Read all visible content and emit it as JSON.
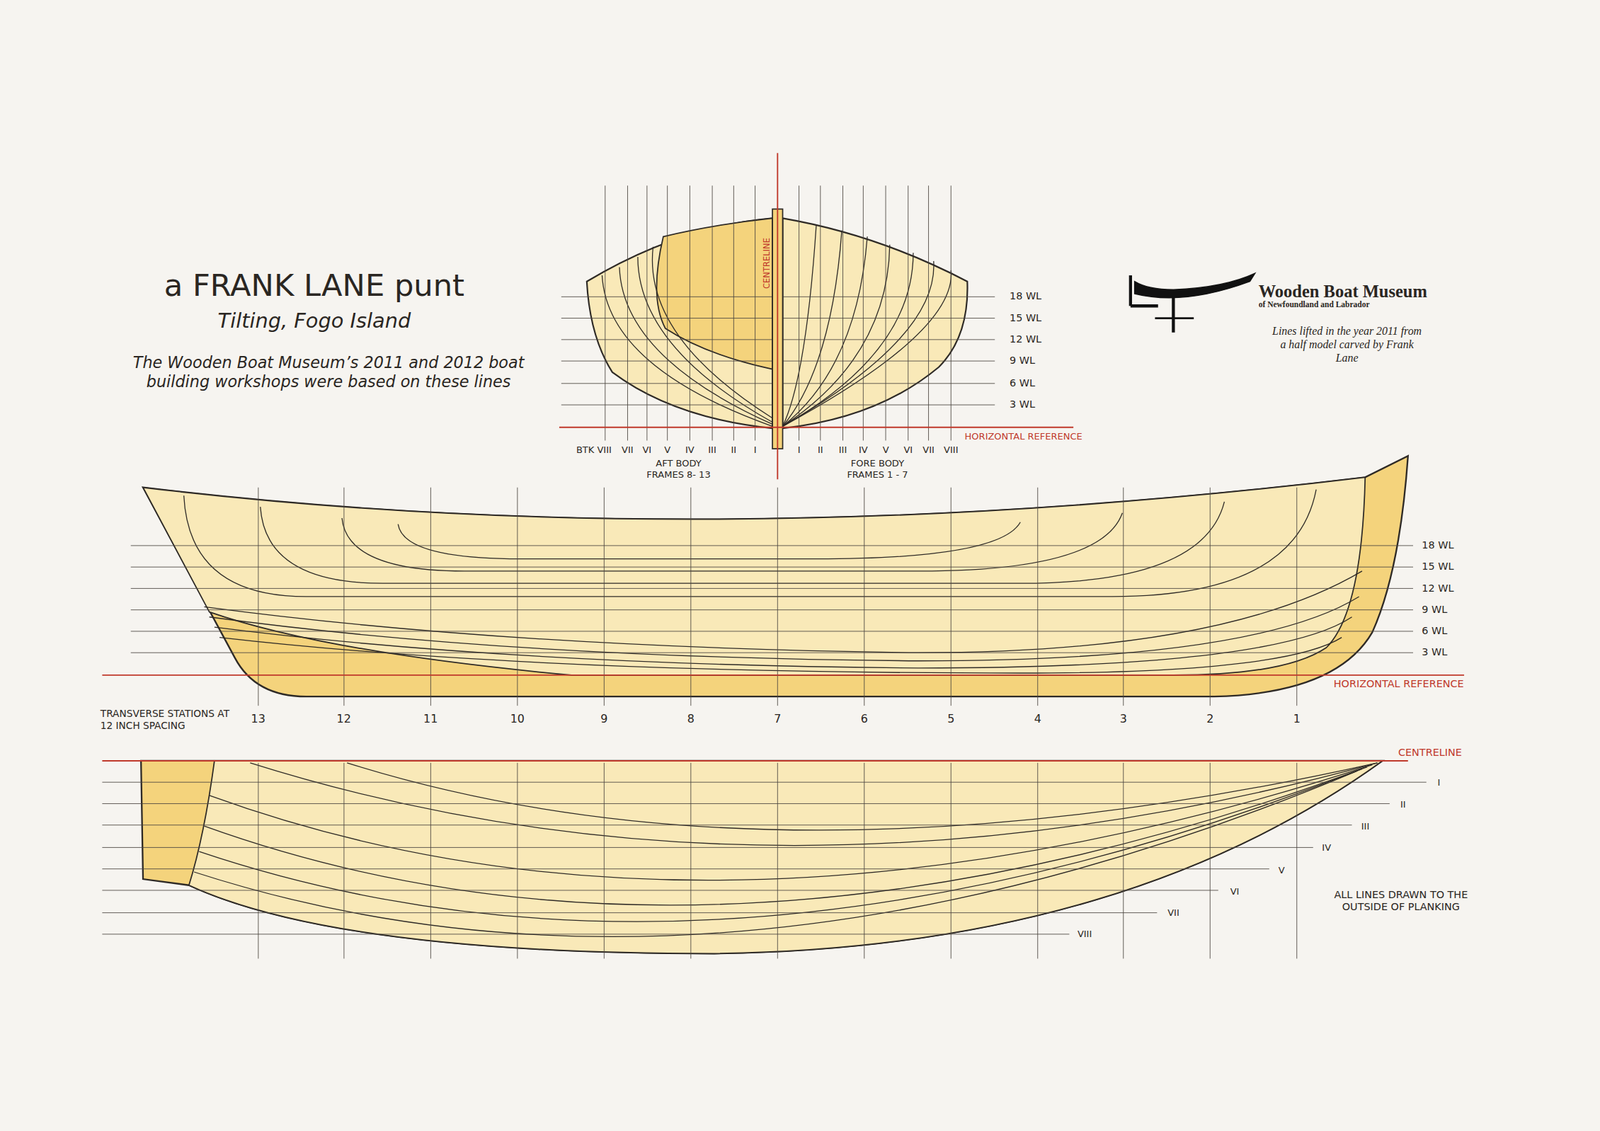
{
  "diagram": {
    "title": "a FRANK LANE punt",
    "labels": [
      "Tilting, Fogo Island",
      "The Wooden Boat Museum’s 2011 and 2012 boat building workshops were based on these lines",
      "CENTRELINE",
      "18 WL",
      "15 WL",
      "12 WL",
      "9 WL",
      "6 WL",
      "3 WL",
      "HORIZONTAL REFERENCE",
      "BTK VIII",
      "VII",
      "VI",
      "V",
      "IV",
      "III",
      "II",
      "I",
      "I",
      "II",
      "III",
      "IV",
      "V",
      "VI",
      "VII",
      "VIII",
      "AFT BODY FRAMES 8- 13",
      "FORE BODY FRAMES 1 - 7",
      "Wooden Boat Museum",
      "of Newfoundland and Labrador",
      "Lines lifted in the year 2011 from a half model carved by Frank Lane",
      "18 WL",
      "15 WL",
      "12 WL",
      "9 WL",
      "6 WL",
      "3 WL",
      "HORIZONTAL REFERENCE",
      "TRANSVERSE STATIONS AT 12 INCH SPACING",
      "13",
      "12",
      "11",
      "10",
      "9",
      "8",
      "7",
      "6",
      "5",
      "4",
      "3",
      "2",
      "1",
      "CENTRELINE",
      "I",
      "II",
      "III",
      "IV",
      "V",
      "VI",
      "VII",
      "VIII",
      "ALL LINES DRAWN TO THE OUTSIDE OF PLANKING"
    ]
  }
}
